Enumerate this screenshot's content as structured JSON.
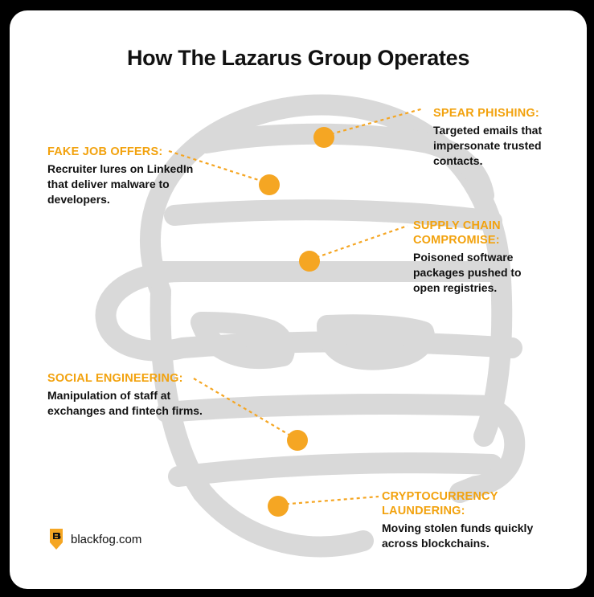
{
  "title": "How The Lazarus Group Operates",
  "colors": {
    "accent": "#f5a623",
    "figure": "#d9d9d9",
    "text": "#111111",
    "background": "#000000",
    "card": "#ffffff"
  },
  "callouts": [
    {
      "heading": "SPEAR PHISHING:",
      "description": "Targeted emails that impersonate trusted contacts."
    },
    {
      "heading": "FAKE JOB OFFERS:",
      "description": "Recruiter lures on LinkedIn that deliver malware to developers."
    },
    {
      "heading": "SUPPLY CHAIN COMPROMISE:",
      "description": "Poisoned software packages pushed to open registries."
    },
    {
      "heading": "SOCIAL ENGINEERING:",
      "description": "Manipulation of staff at exchanges and fintech firms."
    },
    {
      "heading": "CRYPTOCURRENCY LAUNDERING:",
      "description": "Moving stolen funds quickly across blockchains."
    }
  ],
  "brand": {
    "name": "blackfog.com",
    "icon": "blackfog-logo-icon"
  }
}
